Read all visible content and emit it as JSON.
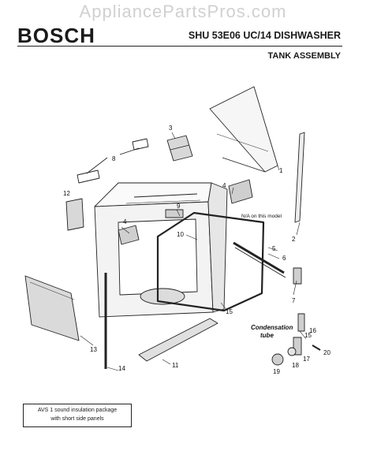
{
  "watermark": "AppliancePartsPros.com",
  "header": {
    "brand": "BOSCH",
    "model": "SHU 53E06 UC/14 DISHWASHER",
    "section": "TANK ASSEMBLY"
  },
  "callouts": [
    "1",
    "2",
    "3",
    "4",
    "4",
    "5",
    "6",
    "7",
    "8",
    "9",
    "10",
    "11",
    "12",
    "13",
    "14",
    "15",
    "15",
    "16",
    "17",
    "18",
    "19",
    "20"
  ],
  "notes": {
    "na": "N/A on this model",
    "condensation_line1": "Condensation",
    "condensation_line2": "tube"
  },
  "footnote": {
    "line1": "AVS 1 sound insulation package",
    "line2": "with short side panels"
  }
}
